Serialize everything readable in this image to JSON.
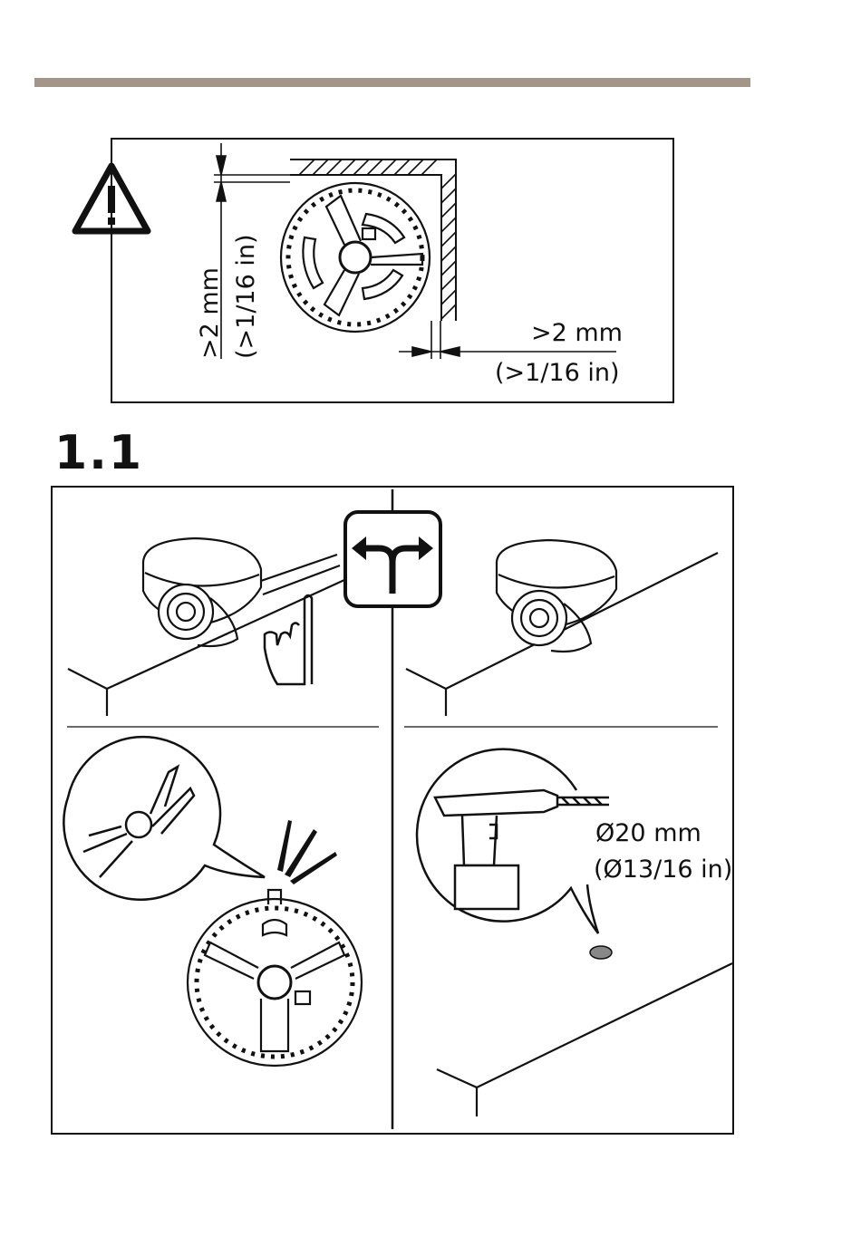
{
  "section_number": "1.1",
  "clearance": {
    "vertical_mm": ">2 mm",
    "vertical_in": "(>1/16 in)",
    "horizontal_mm": ">2 mm",
    "horizontal_in": "(>1/16 in)"
  },
  "drill": {
    "diameter_mm": "Ø20 mm",
    "diameter_in": "(Ø13/16 in)"
  },
  "colors": {
    "header_bar": "#a39588",
    "line": "#111111",
    "hole": "#888888"
  },
  "icons": [
    "warning-icon",
    "split-arrows-icon",
    "pliers-icon",
    "drill-icon",
    "hand-pointing-icon"
  ]
}
